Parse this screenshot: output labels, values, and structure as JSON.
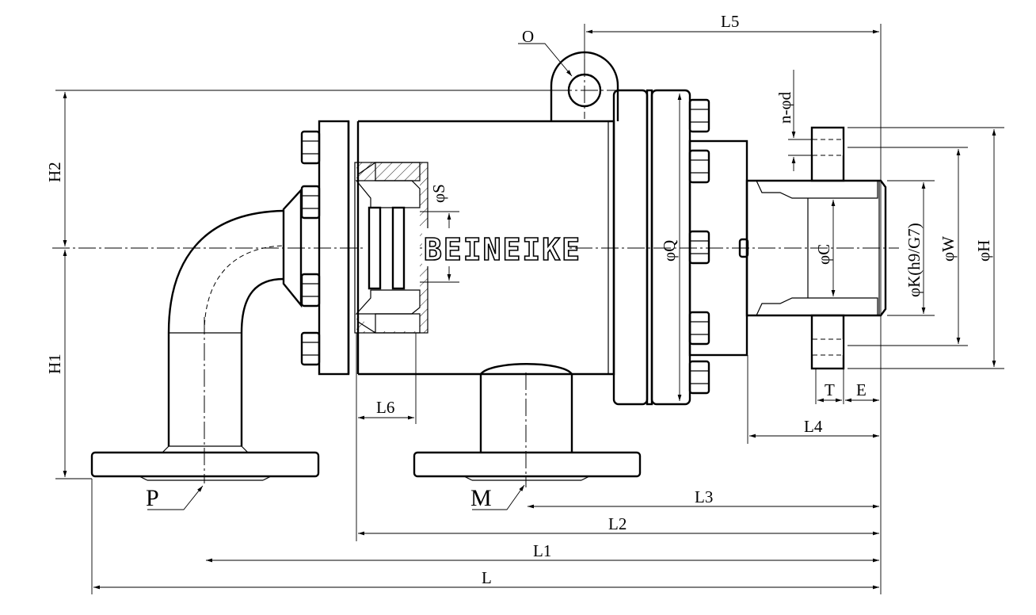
{
  "brand": "BEINEIKE",
  "labels": {
    "o": "O",
    "n_d": "n-φd",
    "h2": "H2",
    "h1": "H1",
    "s": "φS",
    "q": "φQ",
    "c": "φC",
    "k": "φK(h9/G7)",
    "w": "φW",
    "h": "φH",
    "t": "T",
    "e": "E",
    "p": "P",
    "m": "M",
    "l": "L",
    "l1": "L1",
    "l2": "L2",
    "l3": "L3",
    "l4": "L4",
    "l5": "L5",
    "l6": "L6"
  },
  "colors": {
    "line": "#000000",
    "background": "#ffffff"
  }
}
